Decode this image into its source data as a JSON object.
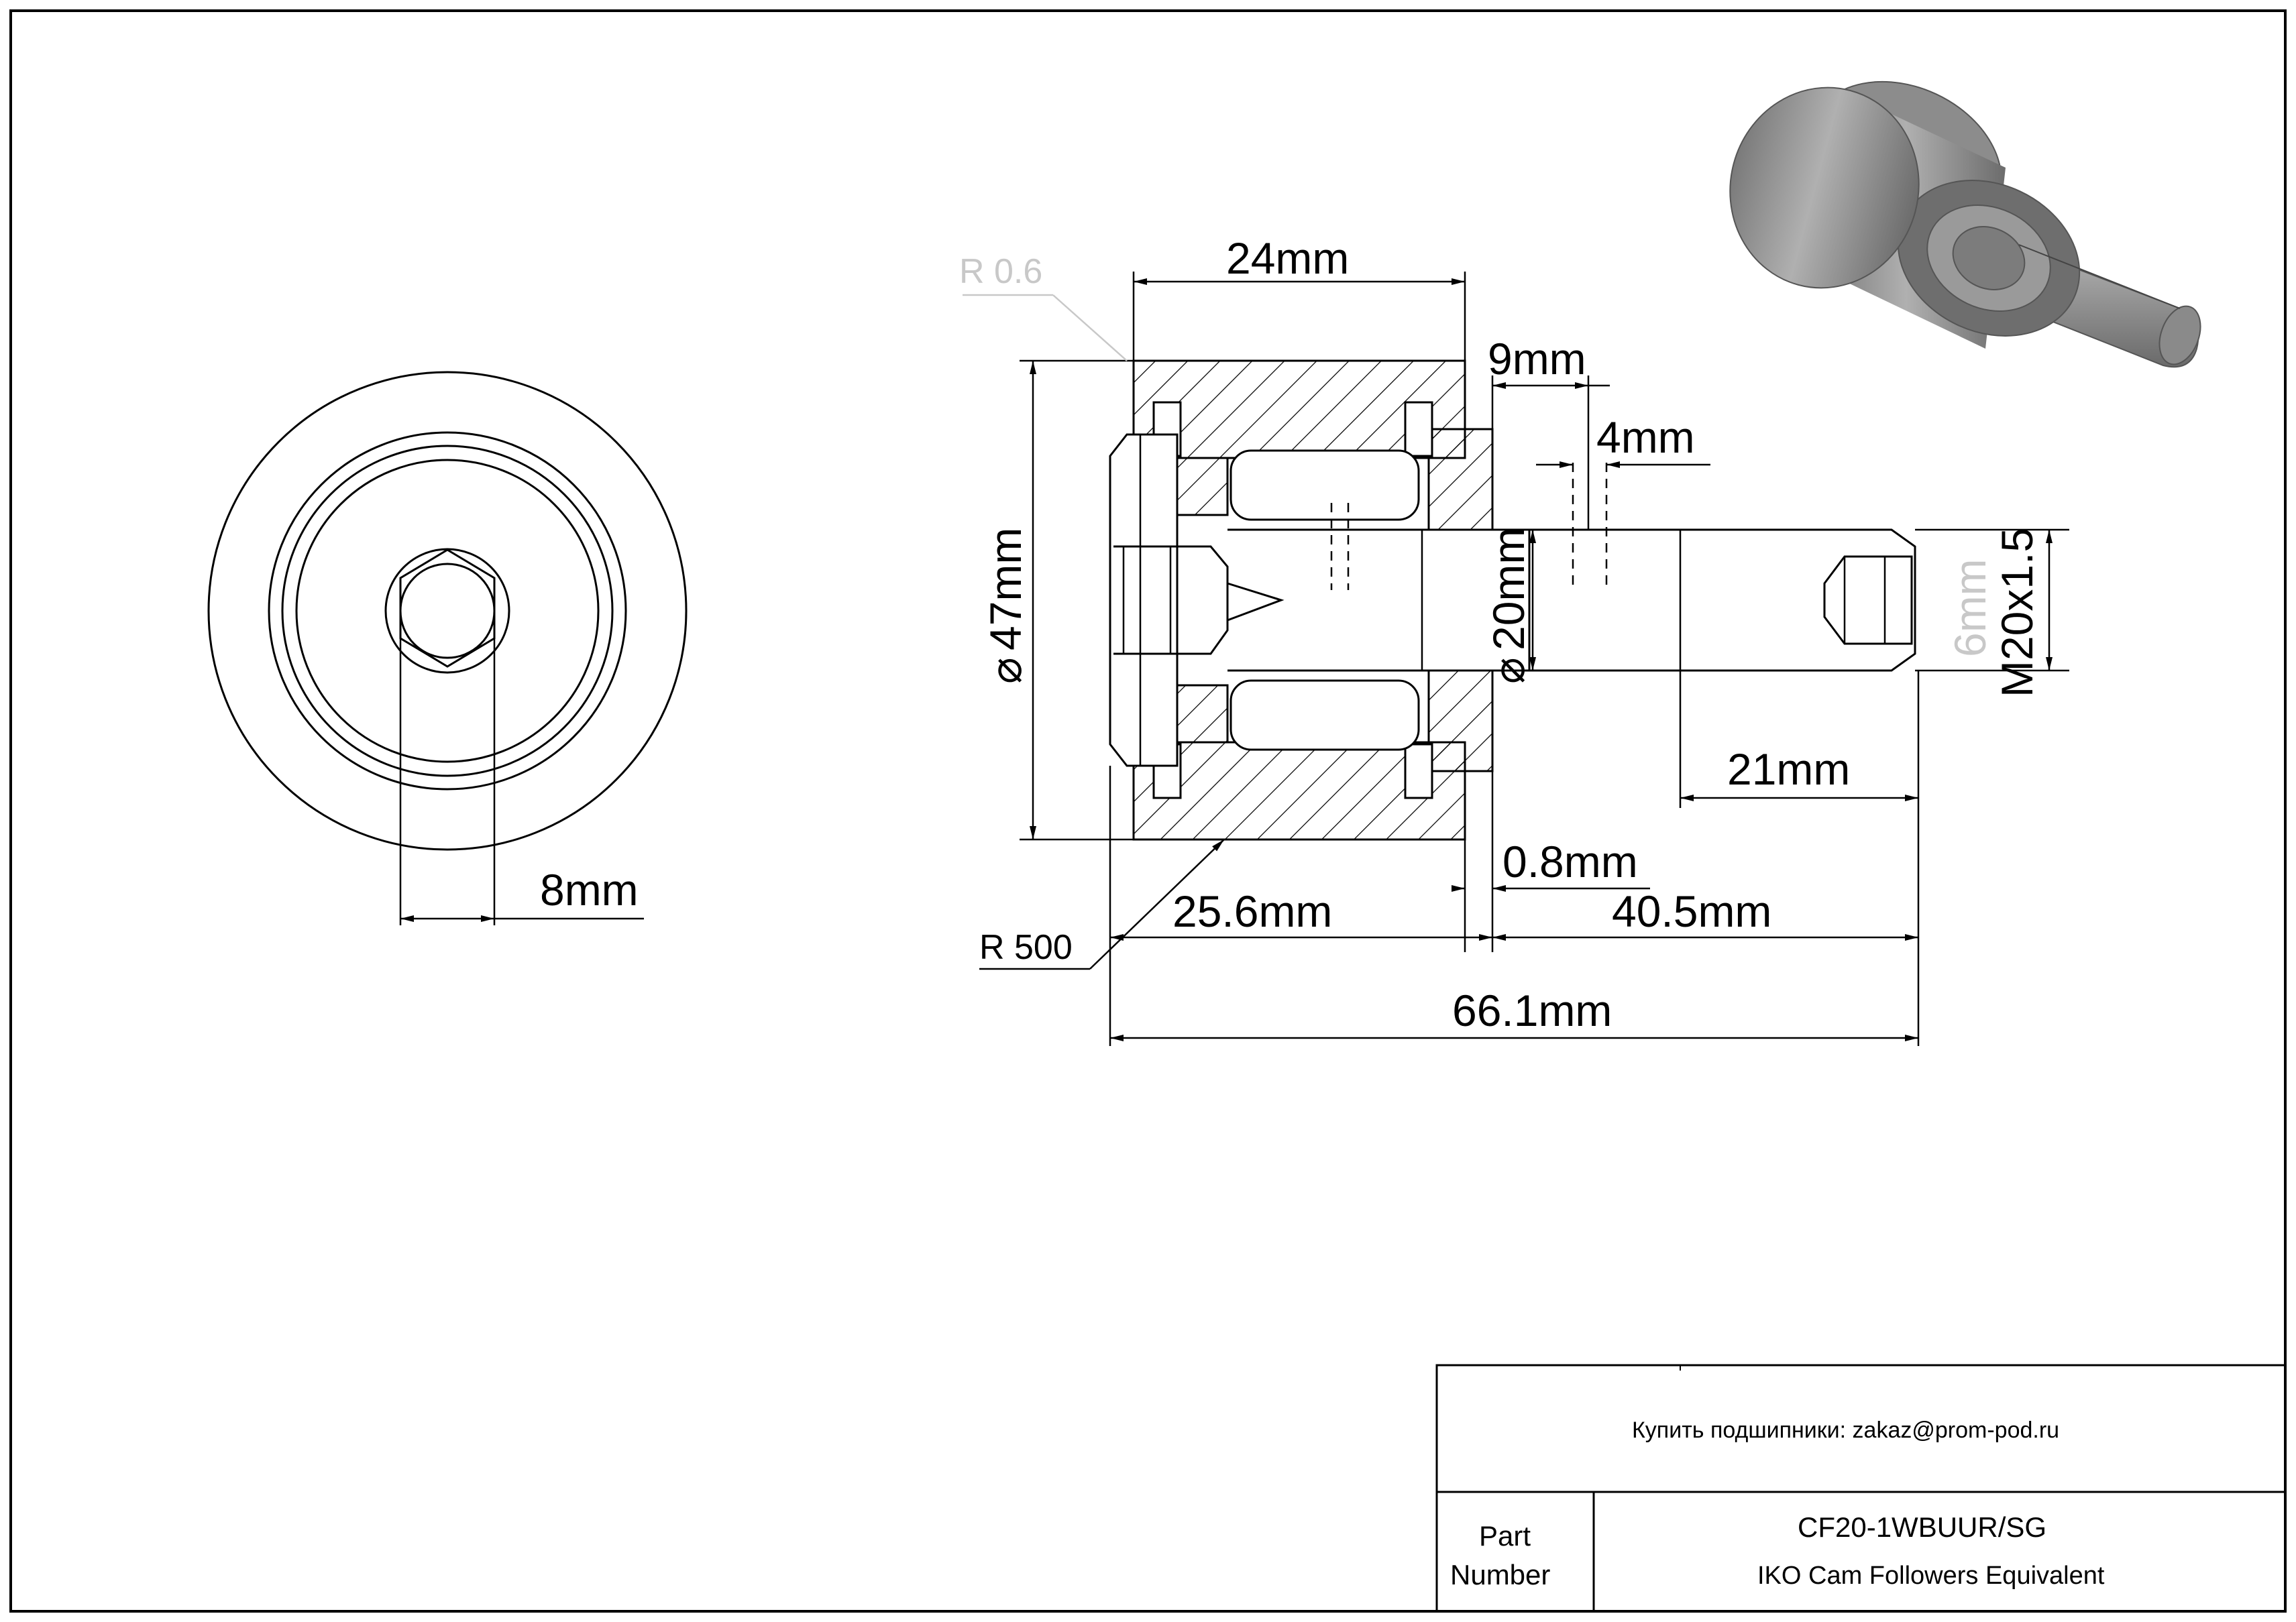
{
  "dimensions": {
    "width_24": "24mm",
    "width_9": "9mm",
    "width_4": "4mm",
    "dia_47": "47mm",
    "dia_20": "20mm",
    "thread": "M20x1.5",
    "hex_6": "6mm",
    "len_21": "21mm",
    "gap_08": "0.8mm",
    "len_256": "25.6mm",
    "len_405": "40.5mm",
    "len_661": "66.1mm",
    "hex_8": "8mm",
    "radius_06": "R 0.6",
    "radius_500": "R 500"
  },
  "symbols": {
    "diameter": "⌀"
  },
  "title_block": {
    "contact": "Купить подшипники: zakaz@prom-pod.ru",
    "part_label_line1": "Part",
    "part_label_line2": "Number",
    "part_number": "CF20-1WBUUR/SG",
    "description": "IKO Cam Followers Equivalent"
  },
  "colors": {
    "line": "#000000",
    "faint": "#c8c8c8",
    "render_light": "#a8a8a8",
    "render_dark": "#707070"
  }
}
